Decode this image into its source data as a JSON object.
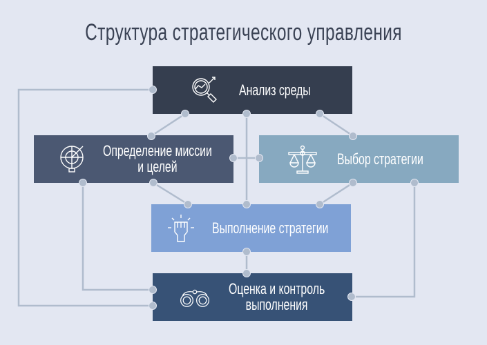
{
  "title": "Структура стратегического управления",
  "colors": {
    "background": "#e3e7f2",
    "connector": "#b0bccd",
    "analysis": "#353e4f",
    "mission": "#4b5872",
    "choice": "#87a9c0",
    "execution": "#7fa1d6",
    "evaluation": "#375276"
  },
  "nodes": {
    "analysis": {
      "label": "Анализ среды",
      "icon": "magnifier-chart-icon"
    },
    "mission": {
      "label_line1": "Определение миссии",
      "label_line2": "и целей",
      "icon": "target-icon"
    },
    "choice": {
      "label": "Выбор стратегии",
      "icon": "scales-icon"
    },
    "execution": {
      "label": "Выполнение стратегии",
      "icon": "fist-icon"
    },
    "evaluation": {
      "label_line1": "Оценка и контроль",
      "label_line2": "выполнения",
      "icon": "binoculars-icon"
    }
  }
}
